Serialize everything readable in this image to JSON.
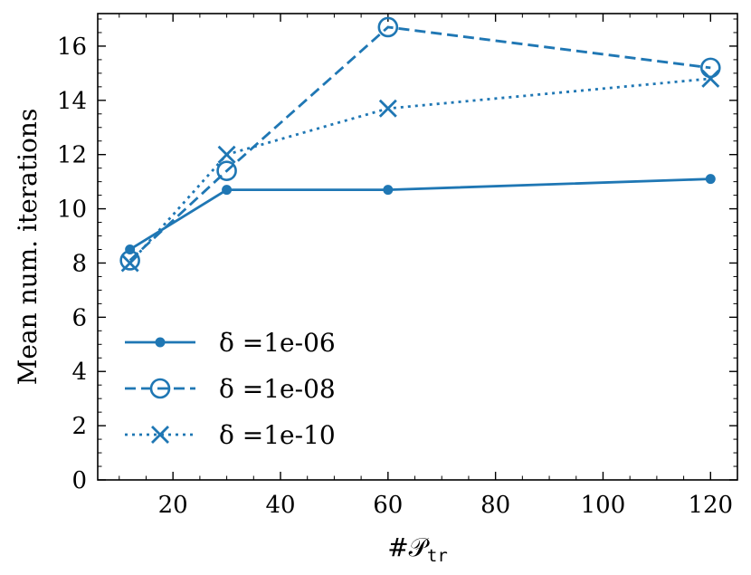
{
  "chart_data": {
    "type": "line",
    "title": "",
    "xlabel": "#𝒫",
    "xlabel_sub": "tr",
    "ylabel": "Mean num. iterations",
    "xlim": [
      6,
      125
    ],
    "ylim": [
      0,
      17.2
    ],
    "xticks": [
      20,
      40,
      60,
      80,
      100,
      120
    ],
    "xtick_labels": [
      "20",
      "40",
      "60",
      "80",
      "100",
      "120"
    ],
    "yticks": [
      0,
      2,
      4,
      6,
      8,
      10,
      12,
      14,
      16
    ],
    "ytick_labels": [
      "0",
      "2",
      "4",
      "6",
      "8",
      "10",
      "12",
      "14",
      "16"
    ],
    "x": [
      12,
      30,
      60,
      120
    ],
    "grid": false,
    "legend_position": "lower-left",
    "color": "#1f77b4",
    "series": [
      {
        "name": "δ =1e-06",
        "values": [
          8.5,
          10.7,
          10.7,
          11.1
        ],
        "linestyle": "solid",
        "marker": "filled-circle"
      },
      {
        "name": "δ =1e-08",
        "values": [
          8.1,
          11.4,
          16.7,
          15.2
        ],
        "linestyle": "dashed",
        "marker": "open-circle"
      },
      {
        "name": "δ =1e-10",
        "values": [
          8.0,
          12.0,
          13.7,
          14.8
        ],
        "linestyle": "dotted",
        "marker": "x"
      }
    ]
  }
}
